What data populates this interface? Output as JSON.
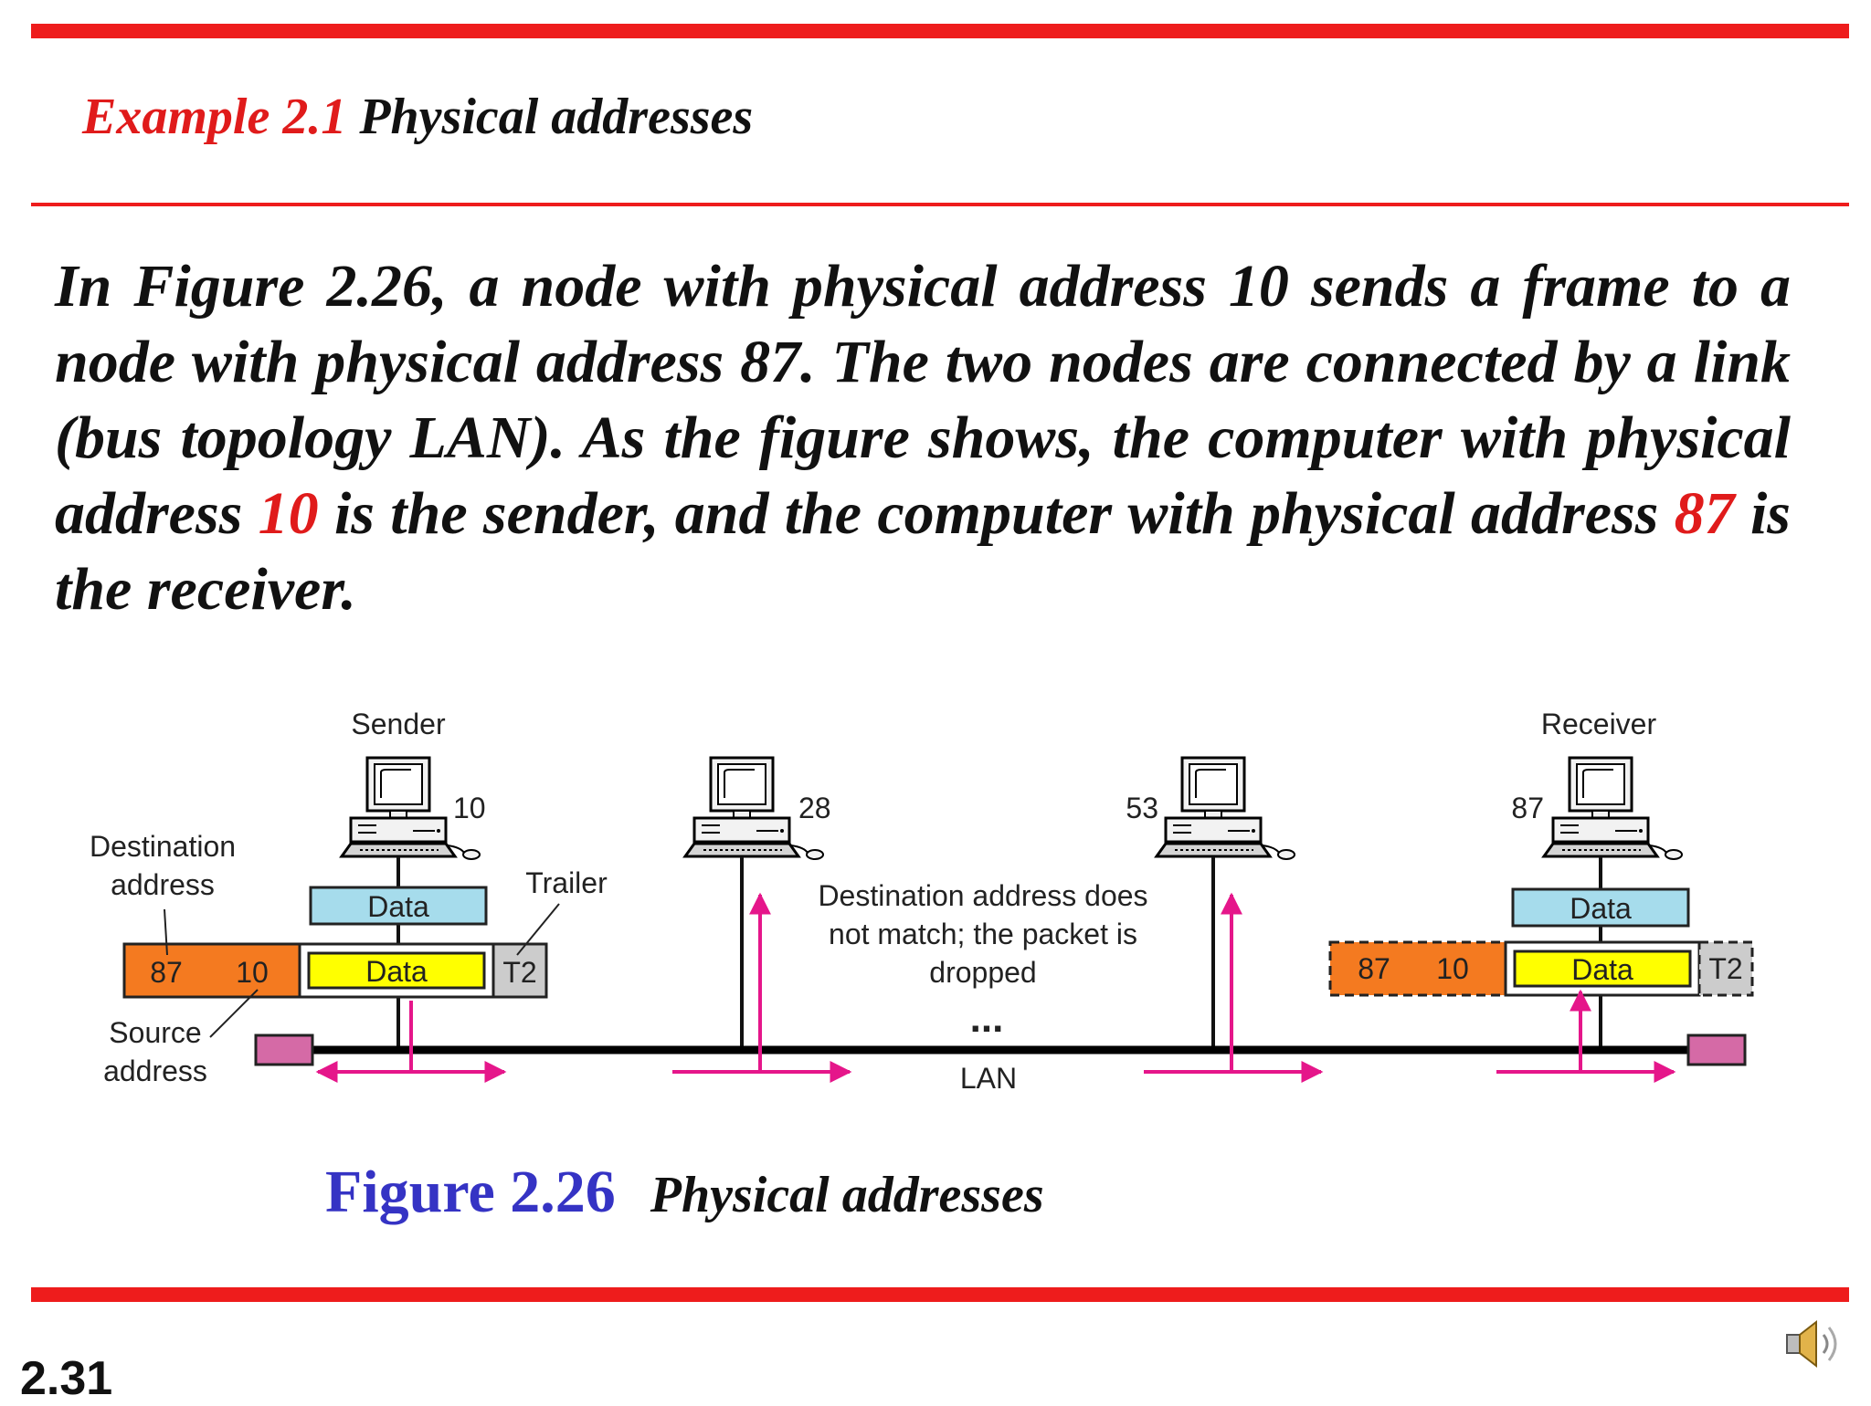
{
  "slide": {
    "example_label": "Example 2.1",
    "example_title": "Physical addresses",
    "body_parts": [
      "In Figure 2.26, a node with physical address 10 sends a frame to a node with physical address 87. The two nodes are connected by a link (bus topology LAN). As the figure shows, the computer with physical address ",
      "10",
      " is the sender, and the computer with physical address ",
      "87",
      " is the receiver."
    ],
    "figure_label": "Figure 2.26",
    "figure_title": "Physical addresses",
    "slide_number": "2.31"
  },
  "diagram": {
    "sender_label": "Sender",
    "receiver_label": "Receiver",
    "node_addresses": [
      "10",
      "28",
      "53",
      "87"
    ],
    "destination_address_label": [
      "Destination",
      "address"
    ],
    "source_address_label": [
      "Source",
      "address"
    ],
    "trailer_label": "Trailer",
    "data_label": "Data",
    "frame_dest": "87",
    "frame_src": "10",
    "frame_trailer": "T2",
    "drop_note": [
      "Destination address does",
      "not match; the packet is",
      "dropped"
    ],
    "ellipsis": "...",
    "lan_label": "LAN"
  },
  "colors": {
    "accent_red": "#ee1c1c",
    "figure_blue": "#3533c4",
    "header_orange": "#f47a20",
    "data_yellow": "#ffff00",
    "data_blue": "#a6dcec",
    "trailer_gray": "#cccccc",
    "arrow_magenta": "#e5168a",
    "terminator_pink": "#d56aa6"
  },
  "icons": [
    "computer-icon",
    "speaker-icon"
  ]
}
